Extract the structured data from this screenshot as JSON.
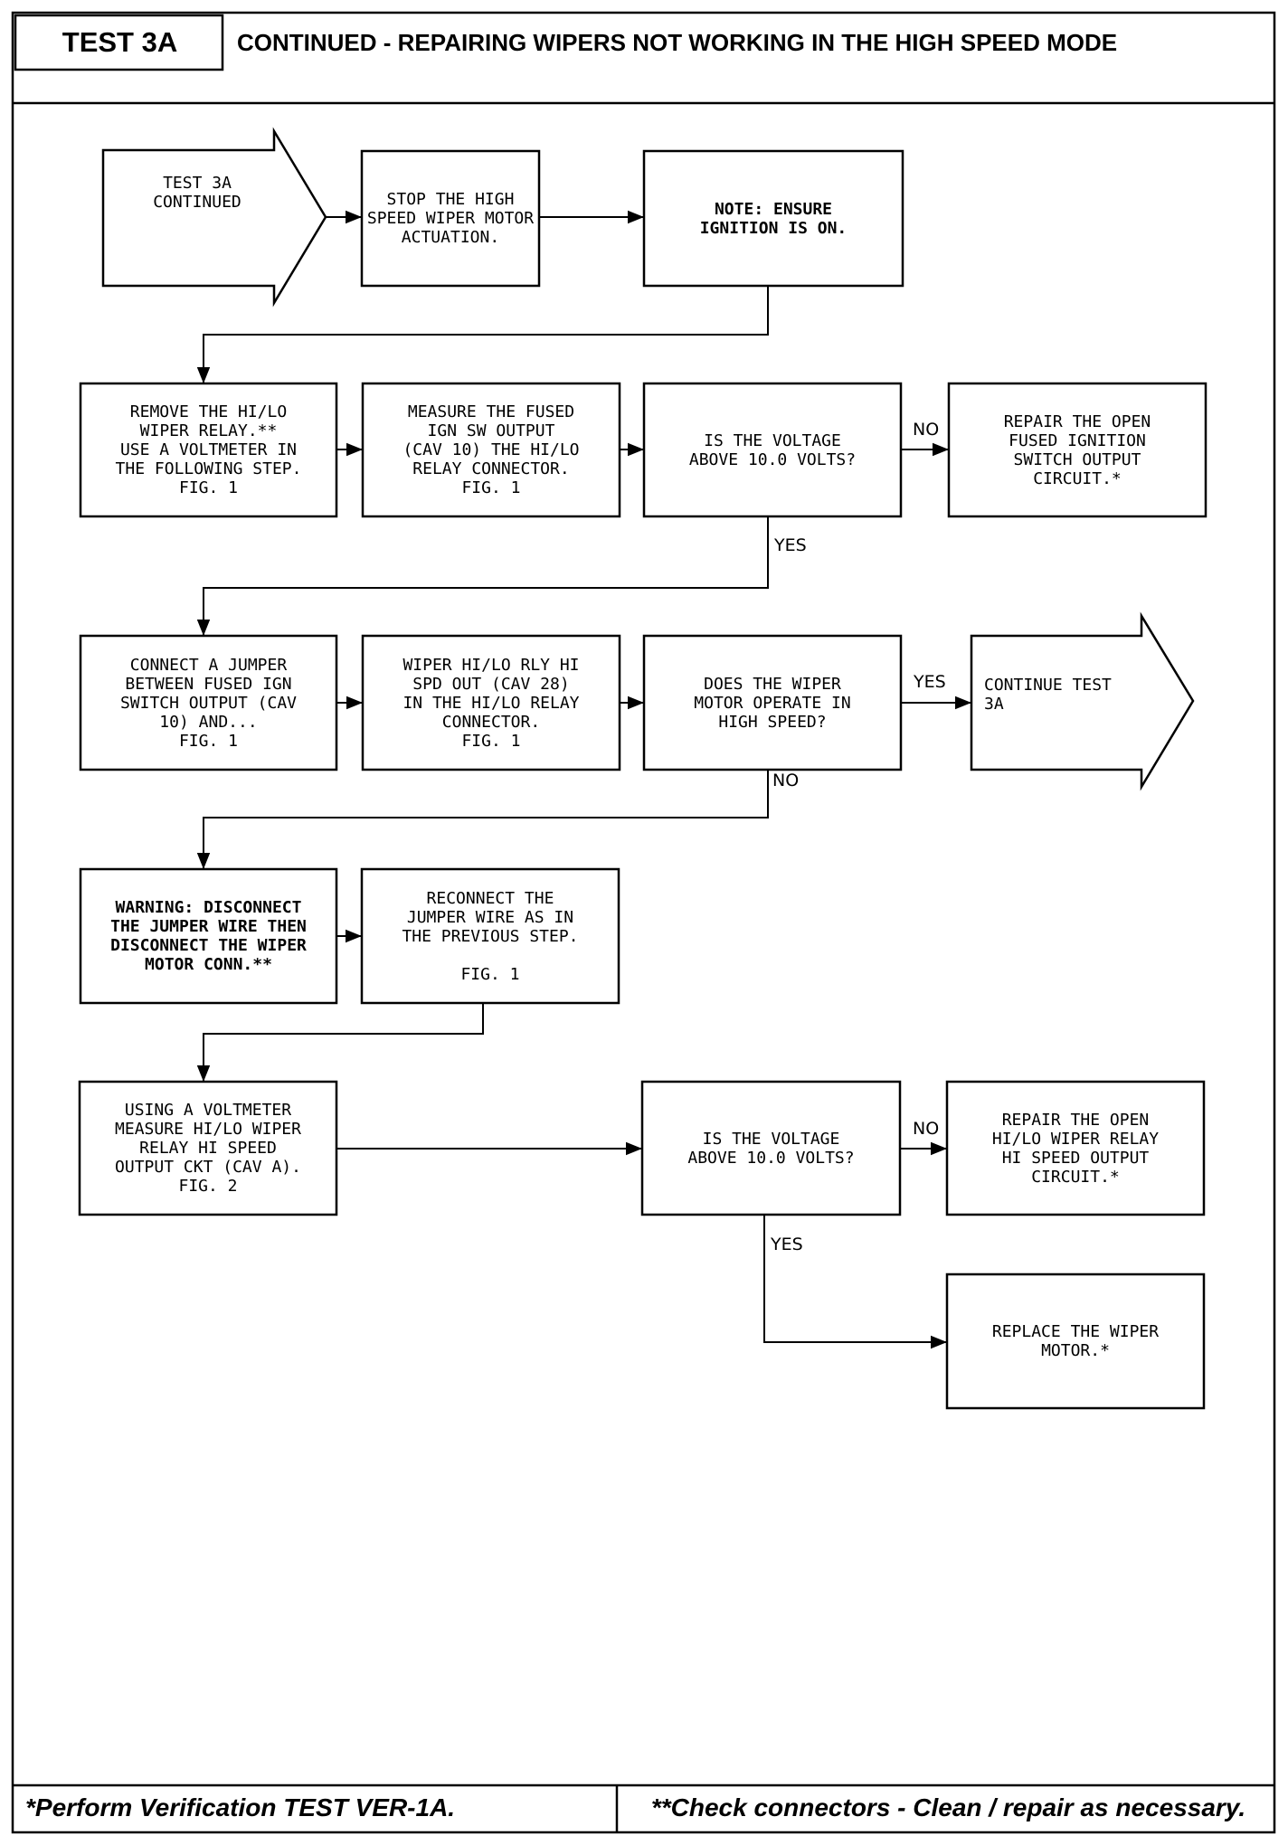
{
  "header": {
    "test_label": "TEST 3A",
    "title": "CONTINUED - REPAIRING WIPERS NOT WORKING IN THE HIGH SPEED MODE"
  },
  "flow": {
    "start": "TEST 3A\nCONTINUED",
    "stop_actuation": "STOP THE HIGH\nSPEED WIPER MOTOR\nACTUATION.",
    "note_ignition": "NOTE: ENSURE\nIGNITION IS ON.",
    "remove_relay": "REMOVE THE HI/LO\nWIPER RELAY.**\nUSE A VOLTMETER IN\nTHE FOLLOWING STEP.\nFIG. 1",
    "measure_fused": "MEASURE THE FUSED\nIGN SW OUTPUT\n(CAV 10) THE HI/LO\nRELAY CONNECTOR.\nFIG. 1",
    "q_voltage_1": "IS THE VOLTAGE\nABOVE 10.0 VOLTS?",
    "repair_fused": "REPAIR THE OPEN\nFUSED IGNITION\nSWITCH OUTPUT\nCIRCUIT.*",
    "connect_jumper": "CONNECT A JUMPER\nBETWEEN FUSED IGN\nSWITCH OUTPUT (CAV\n10) AND...\nFIG. 1",
    "wiper_relay_out": "WIPER HI/LO RLY HI\nSPD OUT (CAV 28)\nIN THE HI/LO RELAY\nCONNECTOR.\nFIG. 1",
    "q_motor_high": "DOES THE WIPER\nMOTOR OPERATE IN\nHIGH SPEED?",
    "continue_test": "CONTINUE TEST\n3A",
    "warning": "WARNING: DISCONNECT\nTHE JUMPER WIRE THEN\nDISCONNECT THE WIPER\nMOTOR CONN.**",
    "reconnect": "RECONNECT THE\nJUMPER WIRE AS IN\nTHE PREVIOUS STEP.\n\nFIG. 1",
    "using_voltmeter": "USING A VOLTMETER\nMEASURE HI/LO WIPER\nRELAY HI SPEED\nOUTPUT CKT (CAV A).\nFIG. 2",
    "q_voltage_2": "IS THE VOLTAGE\nABOVE 10.0 VOLTS?",
    "repair_hi_speed": "REPAIR THE OPEN\nHI/LO WIPER RELAY\nHI SPEED OUTPUT\nCIRCUIT.*",
    "replace_motor": "REPLACE THE WIPER\nMOTOR.*"
  },
  "labels": {
    "no_1": "NO",
    "yes_1": "YES",
    "yes_2": "YES",
    "no_2": "NO",
    "no_3": "NO",
    "yes_3": "YES"
  },
  "footer": {
    "left": "*Perform Verification TEST VER-1A.",
    "right": "**Check connectors - Clean / repair as necessary."
  }
}
